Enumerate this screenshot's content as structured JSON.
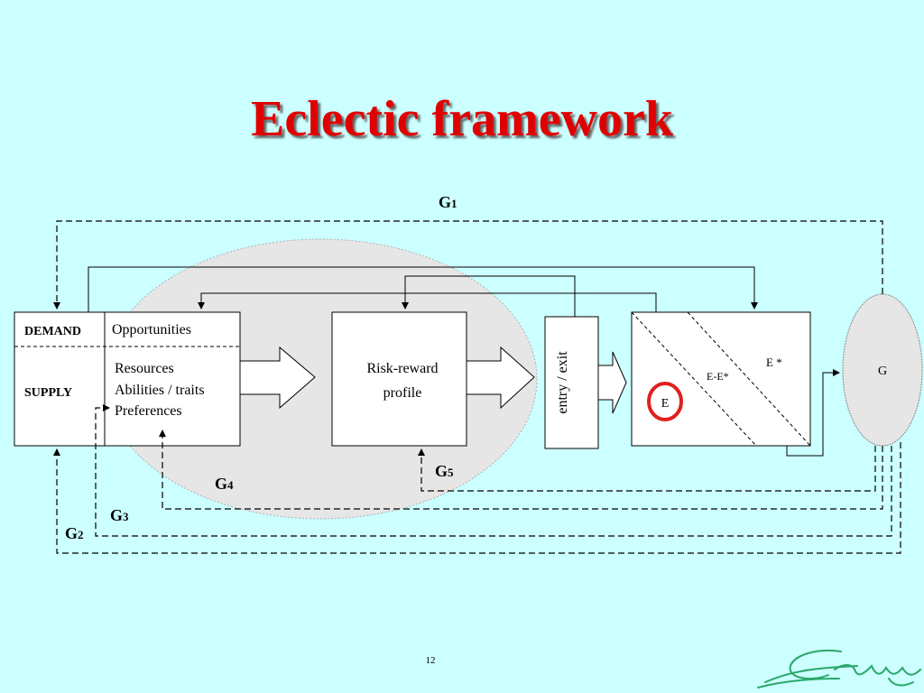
{
  "slide": {
    "title": "Eclectic framework",
    "page_number": "12"
  },
  "diagram": {
    "left_box": {
      "demand": "DEMAND",
      "supply": "SUPPLY",
      "opportunities": "Opportunities",
      "resources": "Resources",
      "abilities": "Abilities / traits",
      "preferences": "Preferences"
    },
    "risk_box": {
      "line1": "Risk-reward",
      "line2": "profile"
    },
    "entry_box": "entry / exit",
    "equilibrium_box": {
      "e_star": "E *",
      "e_diff": "E-E*",
      "e": "E"
    },
    "g_node": "G",
    "feedback": {
      "g1": {
        "base": "G",
        "sub": "1"
      },
      "g2": {
        "base": "G",
        "sub": "2"
      },
      "g3": {
        "base": "G",
        "sub": "3"
      },
      "g4": {
        "base": "G",
        "sub": "4"
      },
      "g5": {
        "base": "G",
        "sub": "5"
      }
    }
  },
  "colors": {
    "background": "#ccffff",
    "title": "#e00000",
    "highlight_circle": "#e02020",
    "ellipse_fill": "#e6e6e6"
  }
}
